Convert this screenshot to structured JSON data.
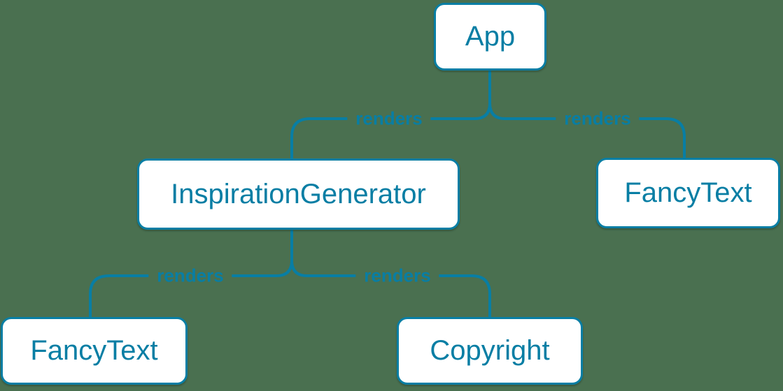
{
  "diagram": {
    "type": "component-render-tree",
    "colors": {
      "background": "#4a7050",
      "accent": "#087ea4",
      "node_fill": "#ffffff"
    },
    "nodes": [
      {
        "id": "app",
        "label": "App"
      },
      {
        "id": "inspiration-generator",
        "label": "InspirationGenerator"
      },
      {
        "id": "fancy-text-right",
        "label": "FancyText"
      },
      {
        "id": "fancy-text-left",
        "label": "FancyText"
      },
      {
        "id": "copyright",
        "label": "Copyright"
      }
    ],
    "edges": [
      {
        "from": "App",
        "to": "InspirationGenerator",
        "label": "renders"
      },
      {
        "from": "App",
        "to": "FancyText",
        "label": "renders"
      },
      {
        "from": "InspirationGenerator",
        "to": "FancyText",
        "label": "renders"
      },
      {
        "from": "InspirationGenerator",
        "to": "Copyright",
        "label": "renders"
      }
    ]
  }
}
